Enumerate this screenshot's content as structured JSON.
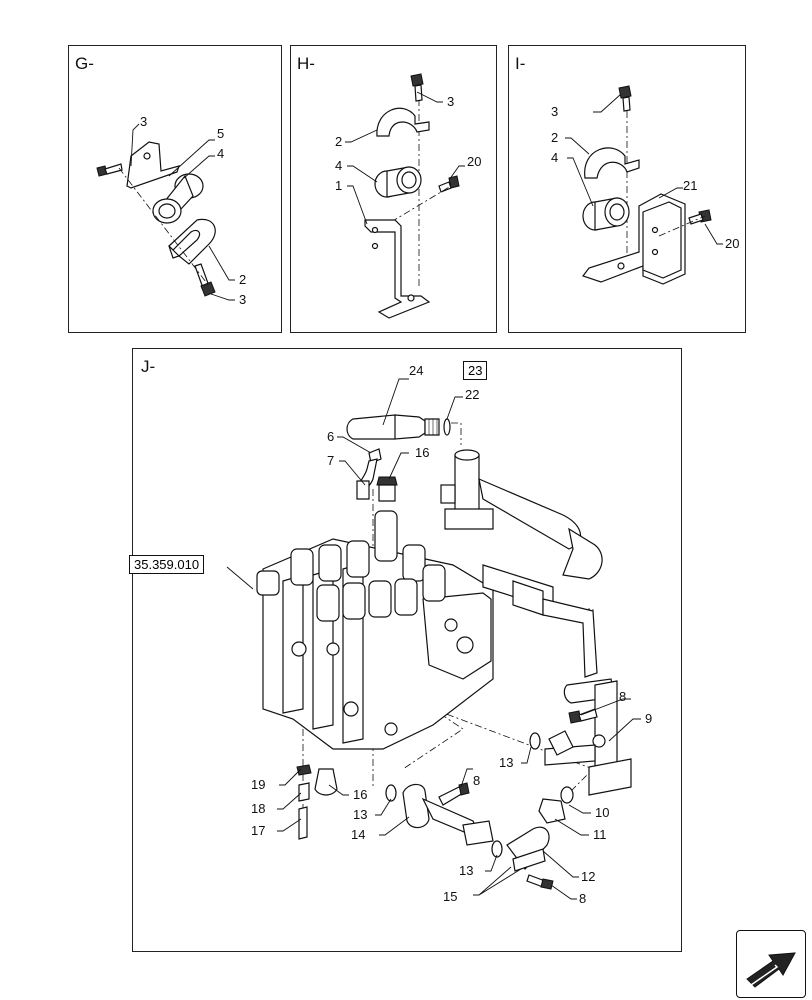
{
  "panels": {
    "g": {
      "title": "G-",
      "callouts": {
        "c3a": "3",
        "c5": "5",
        "c4": "4",
        "c2": "2",
        "c3b": "3"
      }
    },
    "h": {
      "title": "H-",
      "callouts": {
        "c3": "3",
        "c2": "2",
        "c4": "4",
        "c20": "20",
        "c1": "1"
      }
    },
    "i": {
      "title": "I-",
      "callouts": {
        "c3": "3",
        "c2": "2",
        "c4": "4",
        "c21": "21",
        "c20": "20"
      }
    },
    "j": {
      "title": "J-",
      "ref_box": "35.359.010",
      "boxed_callout": "23",
      "callouts": {
        "c24": "24",
        "c22": "22",
        "c6": "6",
        "c16a": "16",
        "c7": "7",
        "c8a": "8",
        "c9": "9",
        "c13a": "13",
        "c10": "10",
        "c11": "11",
        "c19": "19",
        "c16b": "16",
        "c18": "18",
        "c8b": "8",
        "c13b": "13",
        "c14": "14",
        "c17": "17",
        "c13c": "13",
        "c12": "12",
        "c15": "15",
        "c8c": "8"
      }
    }
  },
  "icons": {
    "nav": "arrow-back-icon"
  }
}
